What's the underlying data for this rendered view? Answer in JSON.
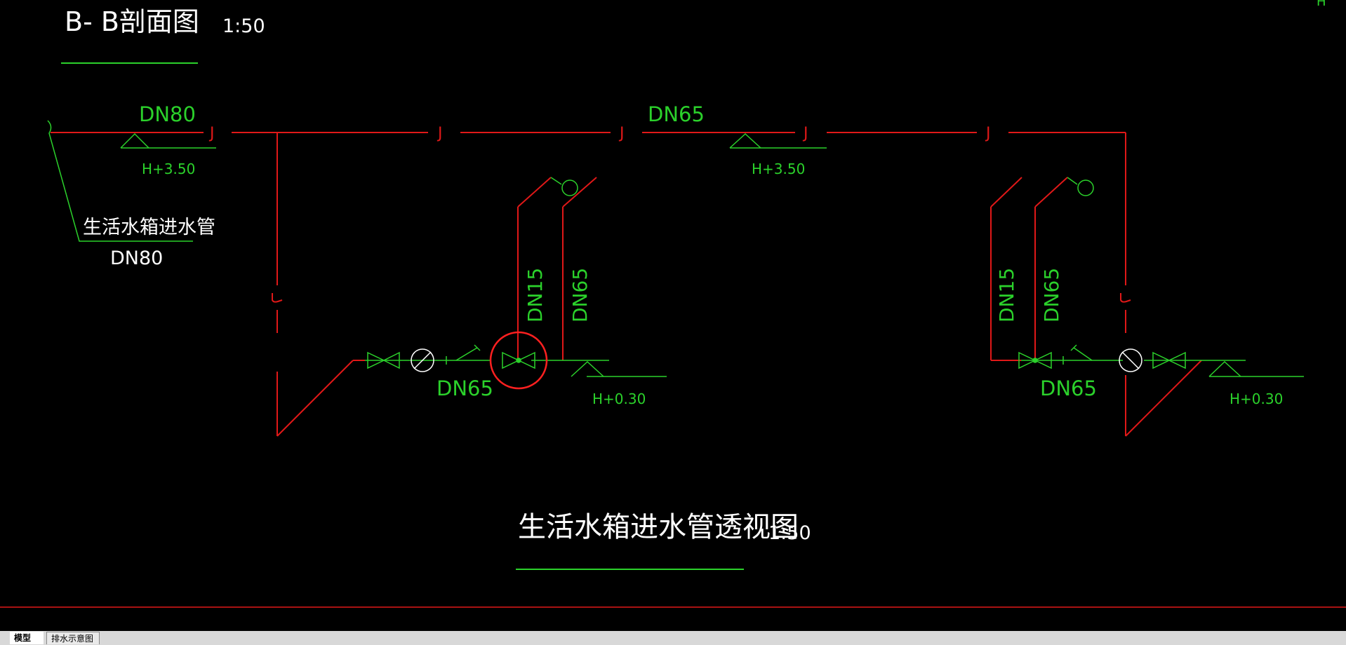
{
  "drawing": {
    "section_title": "B- B剖面图",
    "section_scale": "1:50",
    "main_title": "生活水箱进水管透视图",
    "main_scale": "1:50",
    "inlet_label": "生活水箱进水管",
    "inlet_size": "DN80",
    "top_left_pipe_size": "DN80",
    "top_mid_pipe_size": "DN65",
    "elev_top_left": "H+3.50",
    "elev_top_mid": "H+3.50",
    "left_riser_small": "DN15",
    "left_riser_large": "DN65",
    "right_riser_small": "DN15",
    "right_riser_large": "DN65",
    "left_branch_size": "DN65",
    "right_branch_size": "DN65",
    "elev_left_low": "H+0.30",
    "elev_right_low": "H+0.30",
    "pipe_marker": "J",
    "corner_fragment": "H"
  },
  "colors": {
    "pipe": "#e01818",
    "annotation": "#2bd12b",
    "text": "#ffffff",
    "highlight": "#ff2020"
  },
  "tabs": [
    {
      "label": "模型",
      "active": true
    },
    {
      "label": "排水示意图",
      "active": false
    }
  ]
}
